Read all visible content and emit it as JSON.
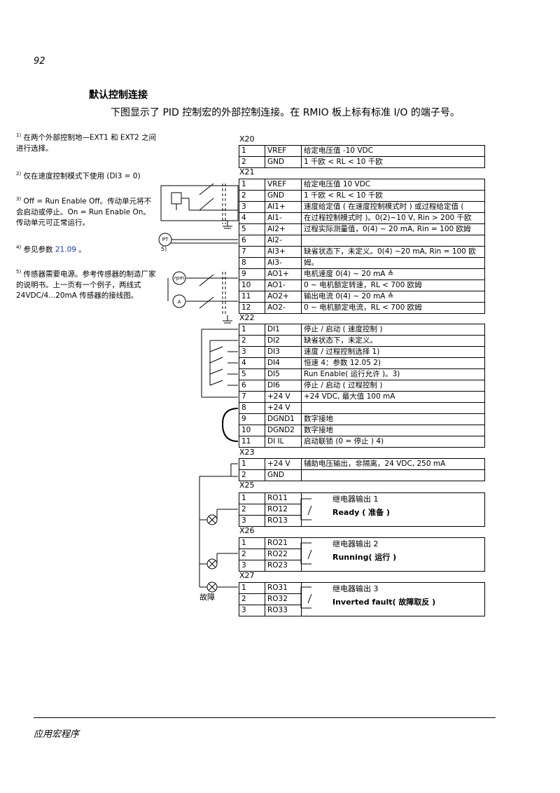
{
  "page_number": "92",
  "section_title": "默认控制连接",
  "intro": "下图显示了 PID 控制宏的外部控制连接。在 RMIO 板上标有标准 I/O 的端子号。",
  "notes": {
    "n1_mark": "1)",
    "n1_text": " 在两个外部控制地—EXT1 和 EXT2 之间进行选择。",
    "n2_mark": "2)",
    "n2_text": " 仅在速度控制模式下使用 (DI3 = 0)",
    "n3_mark": "3)",
    "n3_text": " Off = Run Enable Off。传动单元将不会启动或停止。On = Run Enable On。传动单元可正常运行。",
    "n4_mark": "4)",
    "n4_text": " 参见参数 ",
    "n4_link": "21.09",
    "n4_end": " 。",
    "n5_mark": "5)",
    "n5_text": " 传感器需要电源。参考传感器的制造厂家的说明书。上一页有一个例子，两线式 24VDC/4...20mA 传感器的接线图。"
  },
  "diagram": {
    "pt_label": "PT",
    "rpm_label": "rpm",
    "a_label": "A",
    "note5_mark": "5)",
    "fault_label": "故障",
    "x20": {
      "label": "X20",
      "rows": [
        {
          "n": "1",
          "s": "VREF",
          "d": "给定电压值 -10 VDC"
        },
        {
          "n": "2",
          "s": "GND",
          "d": "1 千欧 < RL < 10 千欧"
        }
      ]
    },
    "x21": {
      "label": "X21",
      "rows": [
        {
          "n": "1",
          "s": "VREF",
          "d": "给定电压值 10 VDC"
        },
        {
          "n": "2",
          "s": "GND",
          "d": "1 千欧 < RL < 10 千欧"
        },
        {
          "n": "3",
          "s": "AI1+",
          "d": "速度给定值 ( 在速度控制模式时 ) 或过程给定值 ("
        },
        {
          "n": "4",
          "s": "AI1-",
          "d": "在过程控制模式时 )。0(2)~10 V, Rin > 200 千欧"
        },
        {
          "n": "5",
          "s": "AI2+",
          "d": "过程实际测量值，0(4) ~ 20 mA, Rin = 100 欧姆"
        },
        {
          "n": "6",
          "s": "AI2-",
          "d": ""
        },
        {
          "n": "7",
          "s": "AI3+",
          "d": "缺省状态下，未定义。0(4) ~20 mA, Rin = 100 欧"
        },
        {
          "n": "8",
          "s": "AI3-",
          "d": "姆。"
        },
        {
          "n": "9",
          "s": "AO1+",
          "d": "电机速度 0(4) ~ 20 mA ≙"
        },
        {
          "n": "10",
          "s": "AO1-",
          "d": "0 ~ 电机额定转速，RL < 700 欧姆"
        },
        {
          "n": "11",
          "s": "AO2+",
          "d": "输出电流 0(4) ~ 20 mA ≙"
        },
        {
          "n": "12",
          "s": "AO2-",
          "d": "0 ~ 电机额定电流，RL < 700 欧姆"
        }
      ]
    },
    "x22": {
      "label": "X22",
      "rows": [
        {
          "n": "1",
          "s": "DI1",
          "d": "停止 / 启动 ( 速度控制 )"
        },
        {
          "n": "2",
          "s": "DI2",
          "d": "缺省状态下，未定义。"
        },
        {
          "n": "3",
          "s": "DI3",
          "d": "速度 / 过程控制选择 1)"
        },
        {
          "n": "4",
          "s": "DI4",
          "d": "恒速 4：参数 12.05 2)"
        },
        {
          "n": "5",
          "s": "DI5",
          "d": "Run Enable( 运行允许 )。3)"
        },
        {
          "n": "6",
          "s": "DI6",
          "d": "停止 / 启动 ( 过程控制 )"
        },
        {
          "n": "7",
          "s": "+24 V",
          "d": "+24 VDC, 最大值 100 mA"
        },
        {
          "n": "8",
          "s": "+24 V",
          "d": ""
        },
        {
          "n": "9",
          "s": "DGND1",
          "d": "数字接地"
        },
        {
          "n": "10",
          "s": "DGND2",
          "d": "数字接地"
        },
        {
          "n": "11",
          "s": "DI IL",
          "d": "启动联锁 (0 = 停止 ) 4)"
        }
      ]
    },
    "x23": {
      "label": "X23",
      "rows": [
        {
          "n": "1",
          "s": "+24 V",
          "d": "辅助电压输出，非隔离，24 VDC, 250 mA"
        },
        {
          "n": "2",
          "s": "GND",
          "d": ""
        }
      ]
    },
    "x25": {
      "label": "X25",
      "rows": [
        {
          "n": "1",
          "s": "RO11"
        },
        {
          "n": "2",
          "s": "RO12"
        },
        {
          "n": "3",
          "s": "RO13"
        }
      ],
      "title": "继电器输出 1",
      "state": "Ready ( 准备 )"
    },
    "x26": {
      "label": "X26",
      "rows": [
        {
          "n": "1",
          "s": "RO21"
        },
        {
          "n": "2",
          "s": "RO22"
        },
        {
          "n": "3",
          "s": "RO23"
        }
      ],
      "title": "继电器输出 2",
      "state": "Running( 运行 )"
    },
    "x27": {
      "label": "X27",
      "rows": [
        {
          "n": "1",
          "s": "RO31"
        },
        {
          "n": "2",
          "s": "RO32"
        },
        {
          "n": "3",
          "s": "RO33"
        }
      ],
      "title": "继电器输出 3",
      "state": "Inverted fault( 故障取反 )"
    }
  },
  "footer": "应用宏程序"
}
